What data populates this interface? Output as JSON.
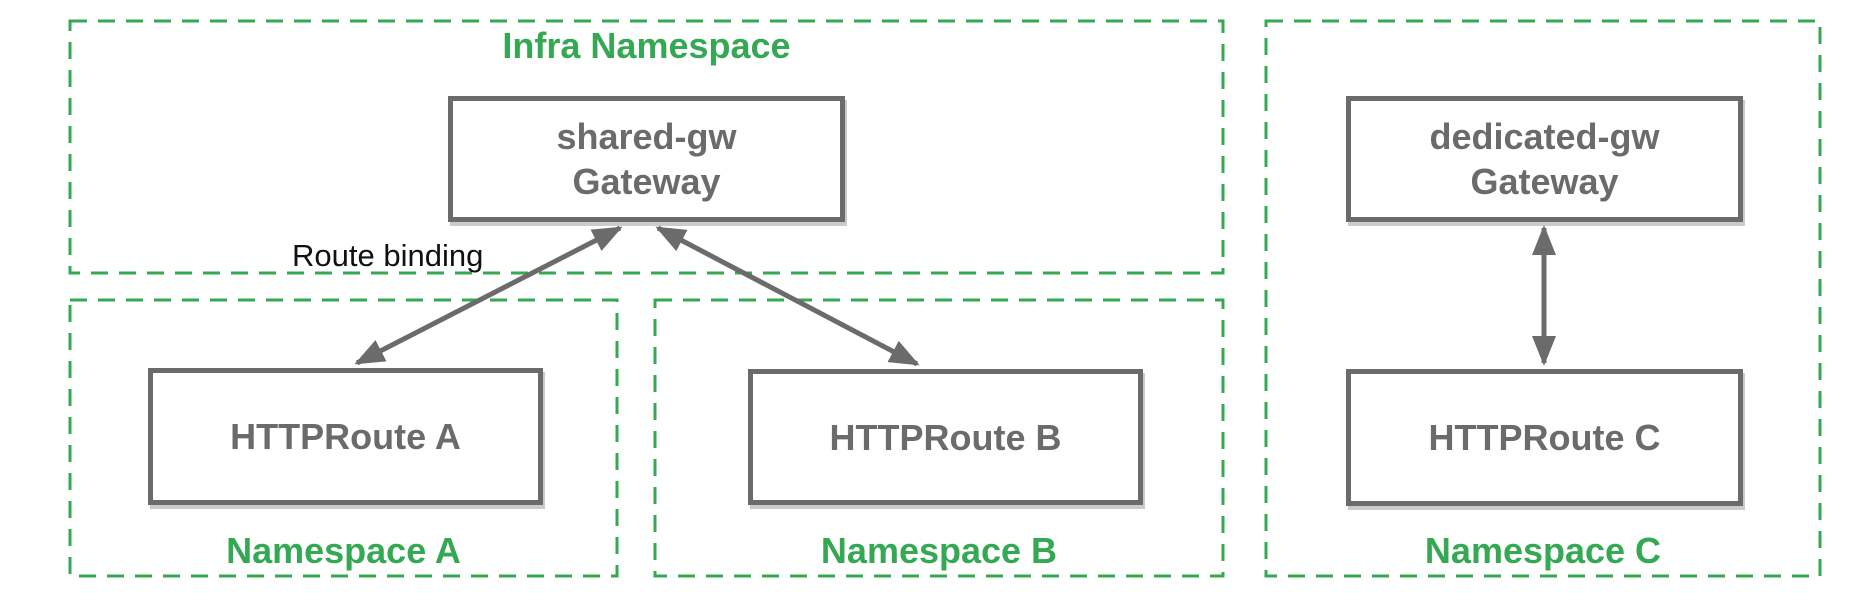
{
  "diagram": {
    "title_context": "Gateway API route binding across namespaces",
    "colors": {
      "namespace_green": "#34A853",
      "node_gray": "#6b6b6b",
      "annotation_black": "#111111",
      "background": "#ffffff"
    },
    "namespaces": {
      "infra": {
        "label": "Infra Namespace"
      },
      "a": {
        "label": "Namespace A"
      },
      "b": {
        "label": "Namespace B"
      },
      "c": {
        "label": "Namespace C"
      }
    },
    "nodes": {
      "shared_gw": {
        "line1": "shared-gw",
        "line2": "Gateway"
      },
      "dedicated_gw": {
        "line1": "dedicated-gw",
        "line2": "Gateway"
      },
      "route_a": {
        "label": "HTTPRoute A"
      },
      "route_b": {
        "label": "HTTPRoute B"
      },
      "route_c": {
        "label": "HTTPRoute C"
      }
    },
    "annotations": {
      "route_binding": "Route binding"
    },
    "edges": [
      {
        "from": "route_a",
        "to": "shared_gw",
        "style": "double-arrow"
      },
      {
        "from": "route_b",
        "to": "shared_gw",
        "style": "double-arrow"
      },
      {
        "from": "route_c",
        "to": "dedicated_gw",
        "style": "double-arrow"
      }
    ]
  }
}
